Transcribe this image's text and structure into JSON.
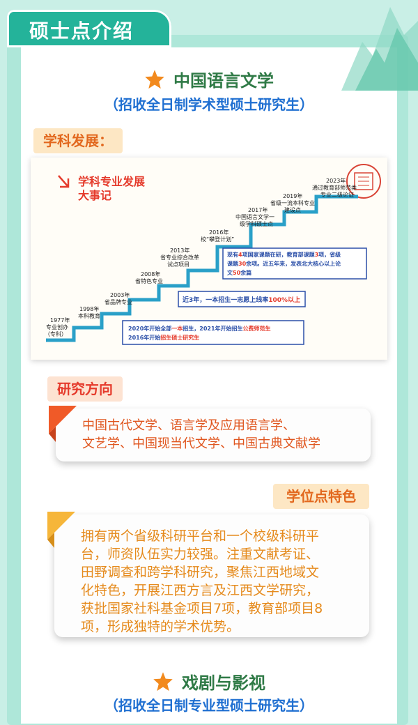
{
  "header": {
    "title": "硕士点介绍"
  },
  "major1": {
    "name": "中国语言文学",
    "type": "（招收全日制学术型硕士研究生）"
  },
  "labels": {
    "development": "学科发展：",
    "research": "研究方向",
    "features": "学位点特色"
  },
  "timeline": {
    "title_line1": "学科专业发展",
    "title_line2": "大事记",
    "milestones": [
      {
        "year": "1977年",
        "lines": [
          "专业创办",
          "（专科）"
        ]
      },
      {
        "year": "1998年",
        "lines": [
          "本科教育"
        ]
      },
      {
        "year": "2003年",
        "lines": [
          "省品牌专业"
        ]
      },
      {
        "year": "2008年",
        "lines": [
          "省特色专业"
        ]
      },
      {
        "year": "2013年",
        "lines": [
          "省专业综合改革",
          "试点项目"
        ]
      },
      {
        "year": "2016年",
        "lines": [
          "校“攀登计划”"
        ]
      },
      {
        "year": "2017年",
        "lines": [
          "中国语言文学一",
          "级学科硕士点"
        ]
      },
      {
        "year": "2019年",
        "lines": [
          "省级一流本科专业",
          "建设点"
        ]
      },
      {
        "year": "2023年",
        "lines": [
          "通过教育部师范类",
          "专业二级论证"
        ]
      }
    ],
    "box_research": {
      "l1_a": "现有",
      "l1_b": "4",
      "l1_c": "项国家课题在研，教育部课题",
      "l1_d": "3",
      "l1_e": "项，省级",
      "l2_a": "课题",
      "l2_b": "30",
      "l2_c": "余项。近五年来，发表北大核心以上论",
      "l3_a": "文",
      "l3_b": "50",
      "l3_c": "余篇"
    },
    "box_rate": {
      "a": "近3年，一本招生一志愿上线率",
      "b": "100%以上"
    },
    "box_admission": {
      "l1_a": "2020年开始全部",
      "l1_b": "一本",
      "l1_c": "招生，2021年开始招生",
      "l1_d": "公费师范生",
      "l2_a": "2016年开始",
      "l2_b": "招生硕士研究生"
    }
  },
  "research": {
    "line1": "中国古代文学、语言学及应用语言学、",
    "line2": "文艺学、中国现当代文学、中国古典文献学"
  },
  "features": {
    "lines": [
      "拥有两个省级科研平台和一个校级科研平",
      "台，师资队伍实力较强。注重文献考证、",
      "田野调查和跨学科研究，聚焦江西地域文",
      "化特色，开展江西方言及江西文学研究，",
      "获批国家社科基金项目7项，教育部项目8",
      "项，形成独特的学术优势。"
    ]
  },
  "major2": {
    "name": "戏剧与影视",
    "type": "（招收全日制专业型硕士研究生）"
  },
  "colors": {
    "teal": "#24b39a",
    "orange_text": "#e58a1c",
    "blue": "#1f6fd1",
    "green": "#2f7a46",
    "red": "#e53b2c"
  }
}
